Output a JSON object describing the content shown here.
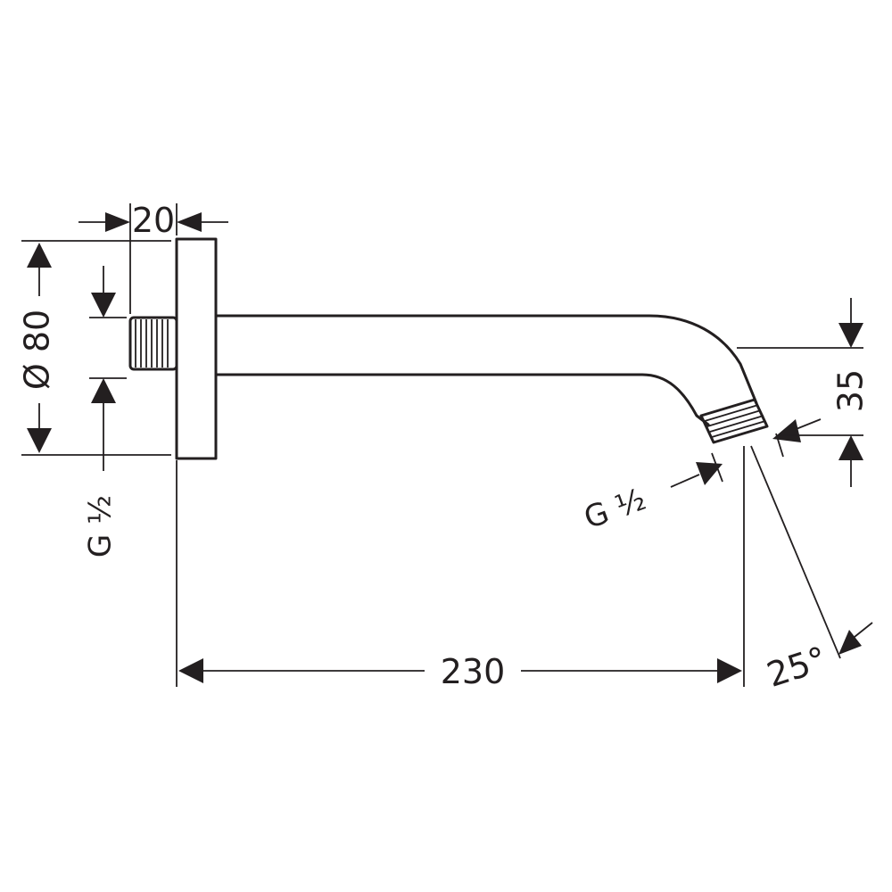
{
  "drawing": {
    "dimensions": {
      "flange_thickness": "20",
      "flange_diameter": "Ø 80",
      "inlet_thread": "G ½",
      "outlet_thread": "G ½",
      "arm_length": "230",
      "drop_height": "35",
      "outlet_angle": "25°"
    }
  },
  "colors": {
    "line": "#231f20",
    "background": "#ffffff"
  }
}
